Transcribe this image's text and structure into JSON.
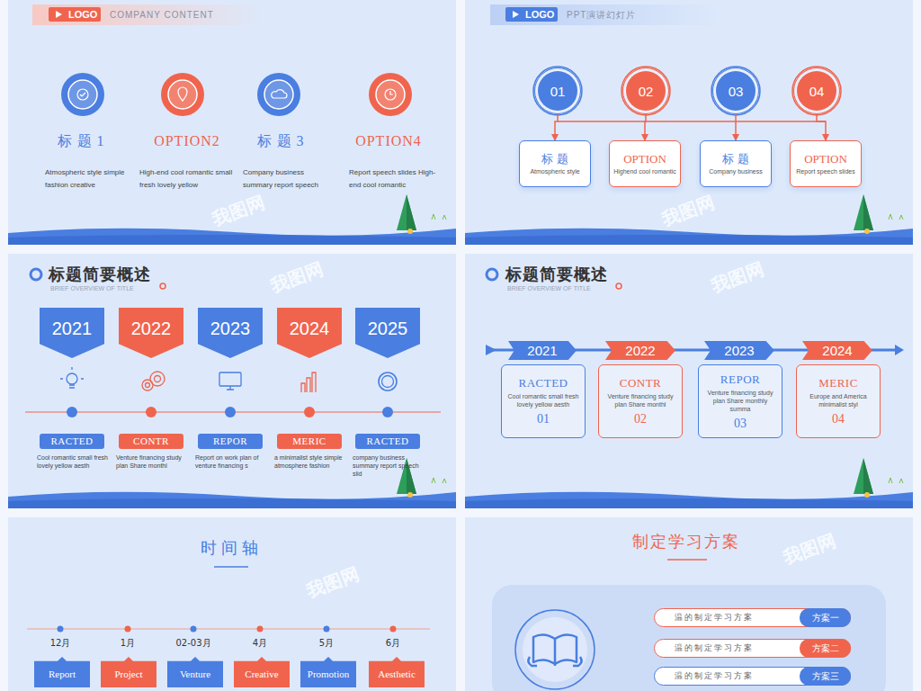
{
  "diagram": {
    "nodes": [
      {
        "text": [
          "LOGO"
        ]
      },
      {
        "text": [
          "LOGO"
        ]
      },
      {
        "text": [
          "01"
        ]
      },
      {
        "text": [
          "02"
        ]
      },
      {
        "text": [
          "03"
        ]
      },
      {
        "text": [
          "04"
        ]
      },
      {
        "text": [
          "标 题",
          "Atmospheric style"
        ]
      },
      {
        "text": [
          "OPTION",
          "Highend cool romantic"
        ]
      },
      {
        "text": [
          "标 题",
          "Company business"
        ]
      },
      {
        "text": [
          "OPTION",
          "Report speech slides"
        ]
      },
      {
        "text": [
          "2021"
        ]
      },
      {
        "text": [
          "2022"
        ]
      },
      {
        "text": [
          "2023"
        ]
      },
      {
        "text": [
          "2024"
        ]
      },
      {
        "text": [
          "2025"
        ]
      },
      {
        "text": [
          "RACTED",
          "Cool romantic small fresh lovely yellow aesth"
        ]
      },
      {
        "text": [
          "CONTR",
          "Venture financing study plan Share monthl"
        ]
      },
      {
        "text": [
          "REPOR",
          "Report on work plan of venture financing s"
        ]
      },
      {
        "text": [
          "MERIC",
          "a minimalist style simple atmosphere fashion"
        ]
      },
      {
        "text": [
          "RACTED",
          "company business summary report speech slid"
        ]
      },
      {
        "text": [
          "2021"
        ]
      },
      {
        "text": [
          "2022"
        ]
      },
      {
        "text": [
          "2023"
        ]
      },
      {
        "text": [
          "2024"
        ]
      },
      {
        "text": [
          "RACTED",
          "Cool romantic small fresh lovely yellow aesth",
          "01"
        ]
      },
      {
        "text": [
          "CONTR",
          "Venture financing study plan Share monthl",
          "02"
        ]
      },
      {
        "text": [
          "REPOR",
          "Venture financing study plan Share monthly summa",
          "03"
        ]
      },
      {
        "text": [
          "MERIC",
          "Europe and America minimalist styl",
          "04"
        ]
      },
      {
        "text": [
          "Report"
        ]
      },
      {
        "text": [
          "Project"
        ]
      },
      {
        "text": [
          "Venture"
        ]
      },
      {
        "text": [
          "Creative"
        ]
      },
      {
        "text": [
          "Promotion"
        ]
      },
      {
        "text": [
          "Aesthetic"
        ]
      },
      {
        "text": [
          "温的制定学习方案"
        ]
      },
      {
        "text": [
          "方案一"
        ],
        "in": 34
      },
      {
        "text": [
          "温的制定学习方案"
        ]
      },
      {
        "text": [
          "方案二"
        ],
        "in": 36
      },
      {
        "text": [
          "温的制定学习方案"
        ]
      },
      {
        "text": [
          "方案三"
        ],
        "in": 38
      }
    ],
    "edges": [
      {
        "from": 2,
        "to": 6,
        "arrow": "to"
      },
      {
        "from": 3,
        "to": 7,
        "arrow": "to"
      },
      {
        "from": 4,
        "to": 8,
        "arrow": "to"
      },
      {
        "from": 5,
        "to": 9,
        "arrow": "to"
      }
    ],
    "labels": [
      "COMPANY CONTENT",
      "标 题 1",
      "OPTION2",
      "标 题 3",
      "OPTION4",
      "Atmospheric style simple fashion creative",
      "High-end cool romantic small fresh lovely yellow",
      "Company business summary report speech",
      "Report speech slides High-end cool romantic",
      "PPT演讲幻灯片",
      "标题简要概述",
      "BRIEF OVERVIEW OF TITLE",
      "标题简要概述",
      "BRIEF OVERVIEW OF TITLE",
      "时间轴",
      "12月",
      "1月",
      "02-03月",
      "4月",
      "5月",
      "6月",
      "制定学习方案",
      "我图网",
      "我图网",
      "我图网",
      "我图网",
      "我图网",
      "我图网"
    ]
  }
}
